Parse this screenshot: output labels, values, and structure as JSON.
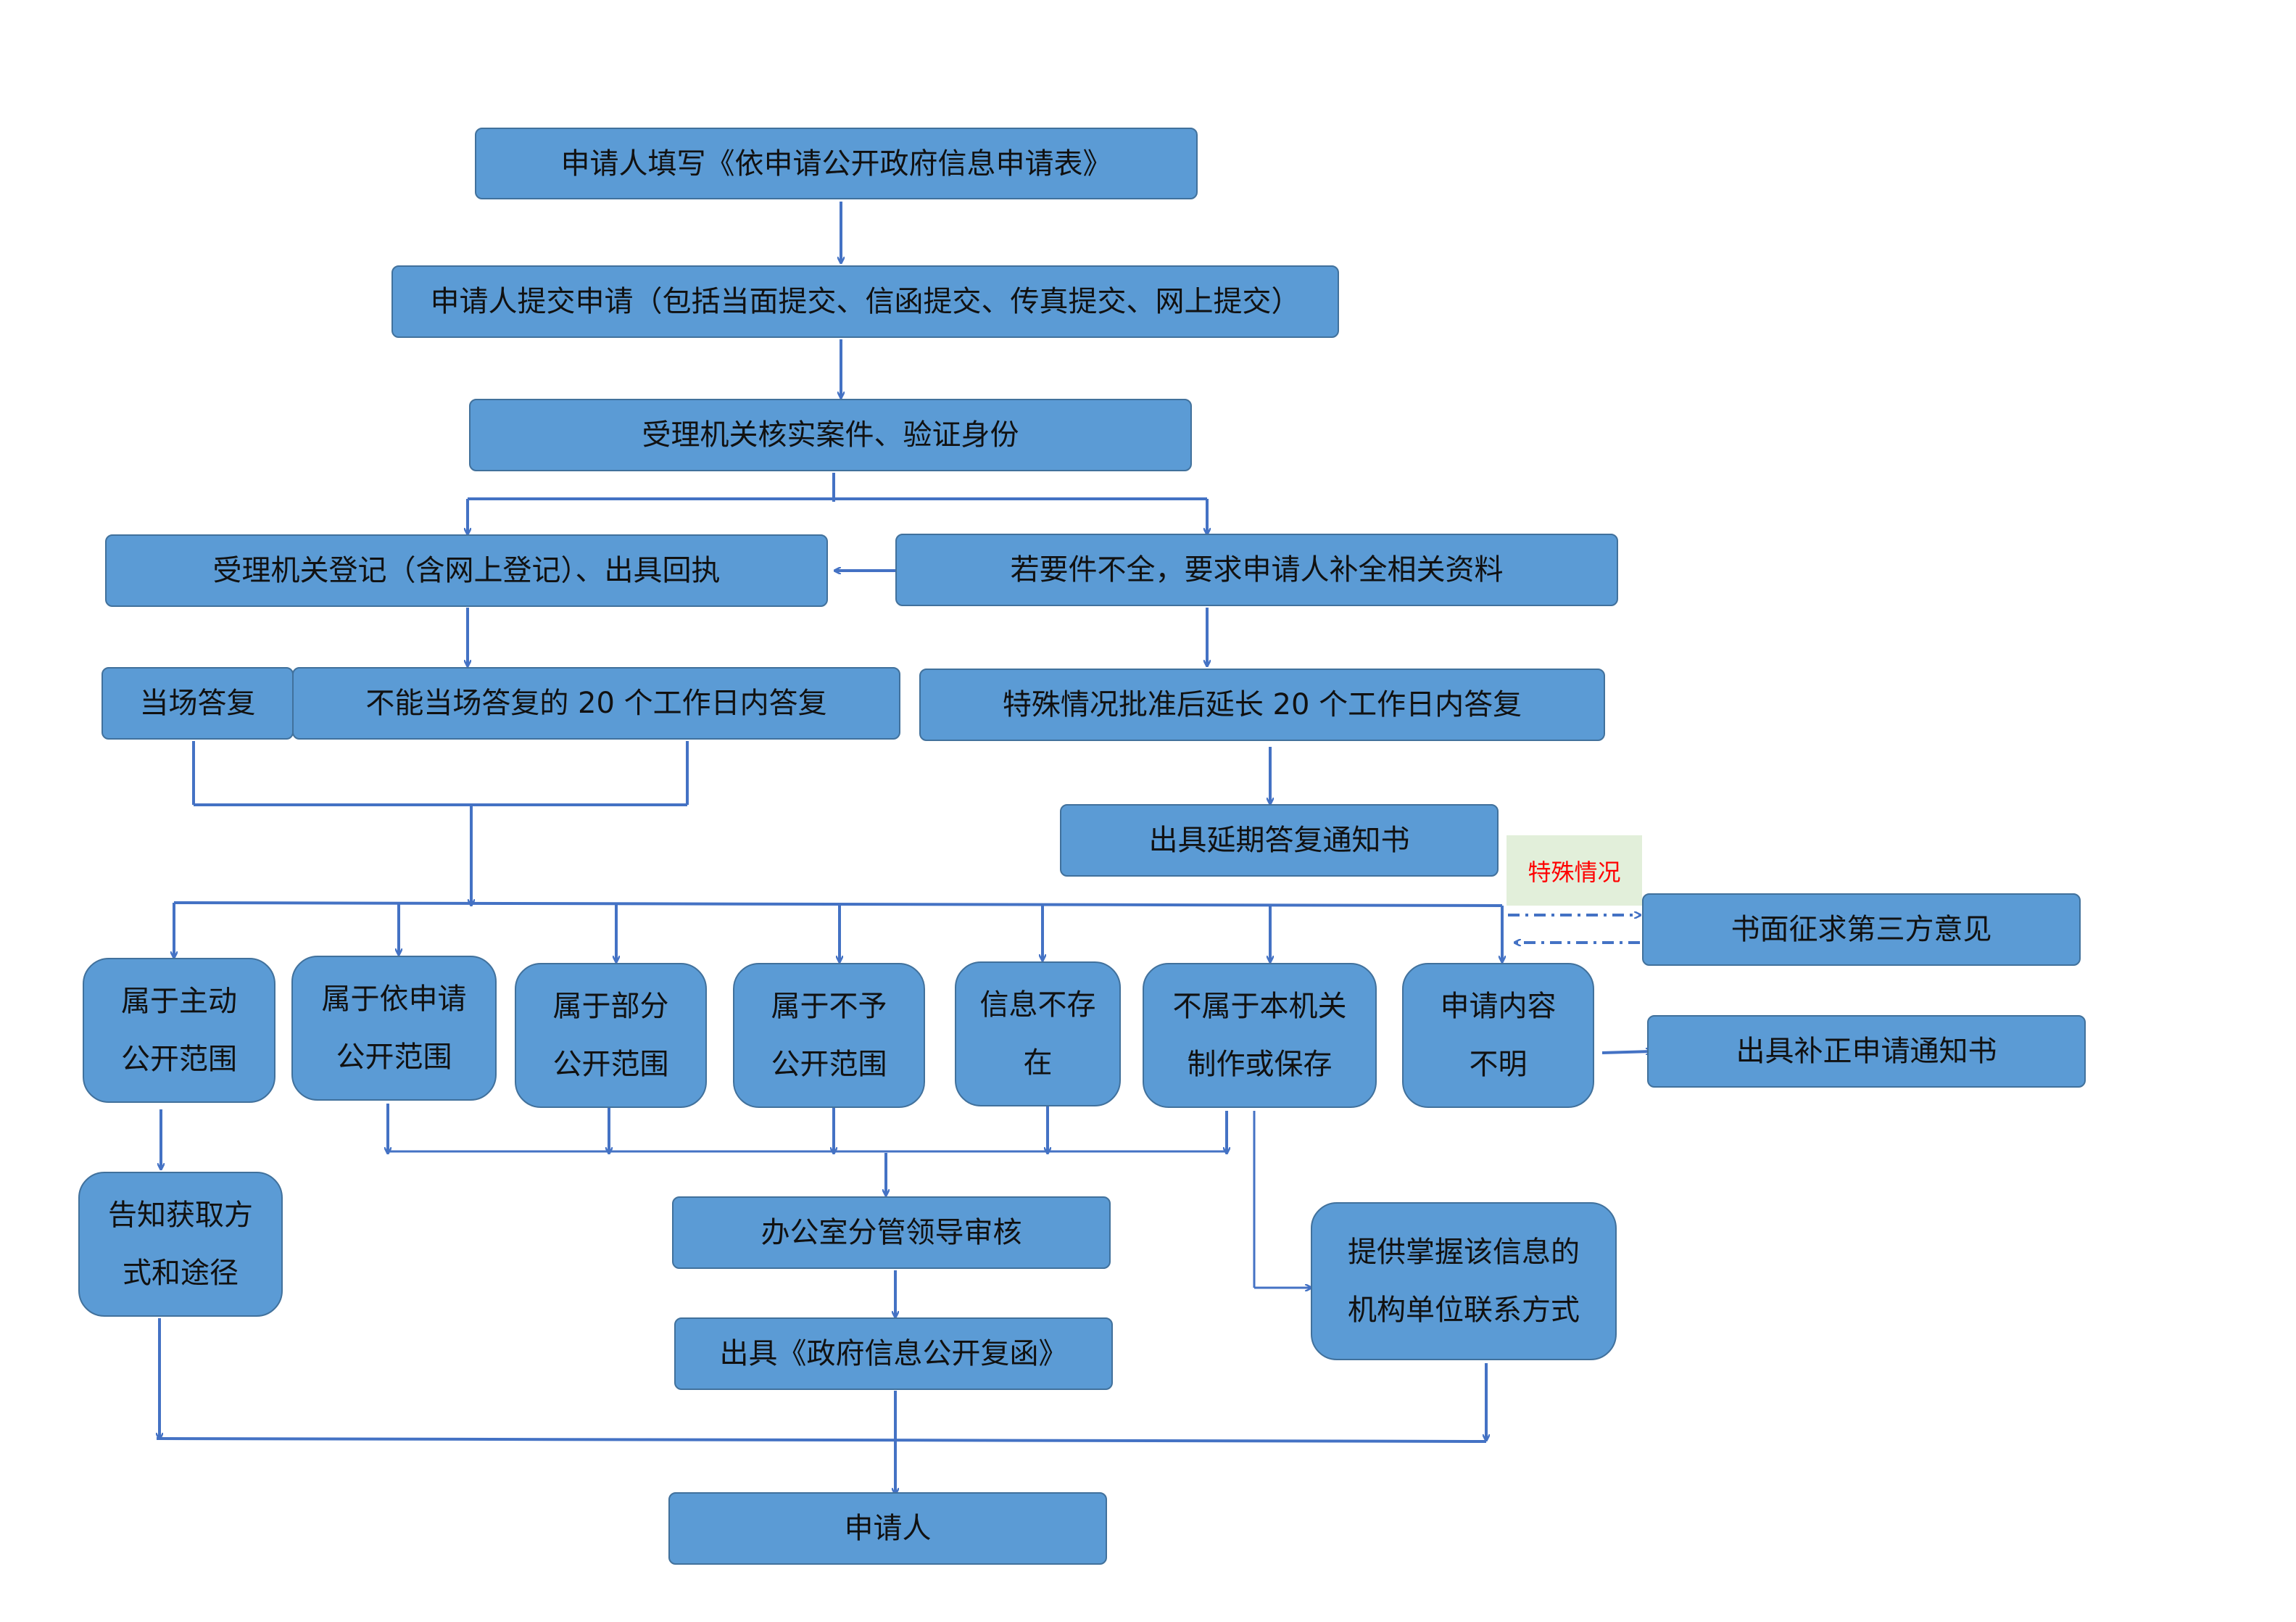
{
  "colors": {
    "node_fill": "#5b9bd5",
    "node_border": "#41719c",
    "connector": "#4472c4",
    "special_tag_bg": "#e2efda",
    "special_tag_text": "#ff0000"
  },
  "nodes": {
    "fill_form": "申请人填写《依申请公开政府信息申请表》",
    "submit": "申请人提交申请（包括当面提交、信函提交、传真提交、网上提交）",
    "verify": "受理机关核实案件、验证身份",
    "register": "受理机关登记（含网上登记）、出具回执",
    "incomplete": "若要件不全，要求申请人补全相关资料",
    "reply_spot": "当场答复",
    "reply_20days": "不能当场答复的 20 个工作日内答复",
    "extend_20days": "特殊情况批准后延长 20 个工作日内答复",
    "delay_notice": "出具延期答复通知书",
    "special_tag": "特殊情况",
    "third_party": "书面征求第三方意见",
    "cat_active": [
      "属于主动",
      "公开范围"
    ],
    "cat_request": [
      "属于依申请",
      "公开范围"
    ],
    "cat_partial": [
      "属于部分",
      "公开范围"
    ],
    "cat_not_public": [
      "属于不予",
      "公开范围"
    ],
    "cat_not_exist": [
      "信息不存",
      "在"
    ],
    "cat_not_agency": [
      "不属于本机关",
      "制作或保存"
    ],
    "cat_unclear": [
      "申请内容",
      "不明"
    ],
    "correction_notice": "出具补正申请通知书",
    "inform_method": [
      "告知获取方",
      "式和途径"
    ],
    "office_review": "办公室分管领导审核",
    "issue_reply": "出具《政府信息公开复函》",
    "provide_contact": [
      "提供掌握该信息的",
      "机构单位联系方式"
    ],
    "applicant": "申请人"
  }
}
